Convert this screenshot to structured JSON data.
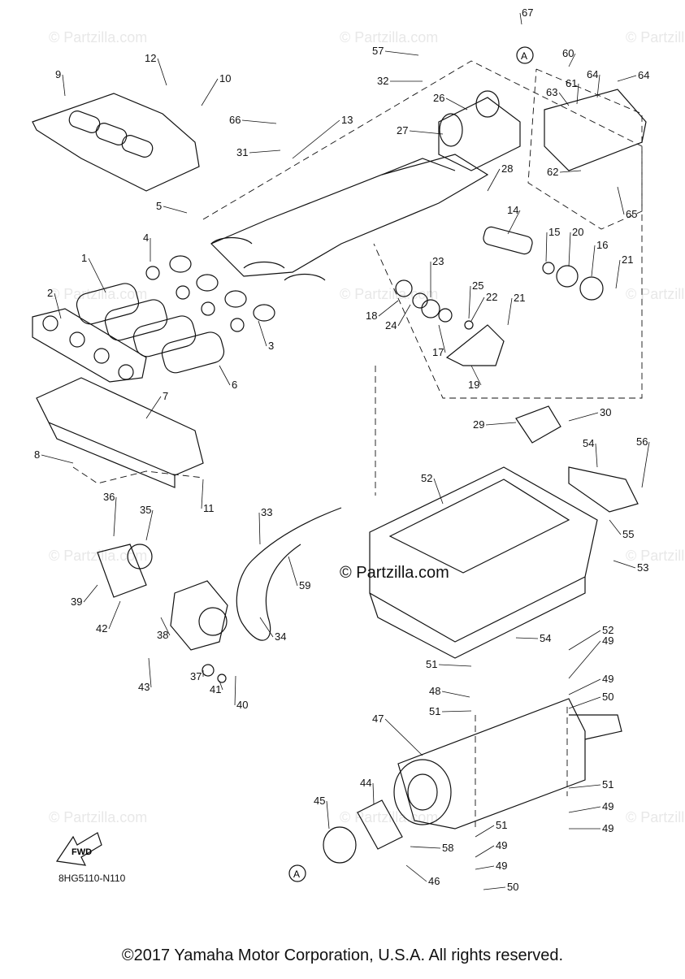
{
  "watermark": "© Partzilla.com",
  "brand": "© Partzilla.com",
  "diagram_code": "8HG5110-N110",
  "fwd_label": "FWD",
  "ref_marker": "A",
  "copyright": "©2017 Yamaha Motor Corporation, U.S.A. All rights reserved.",
  "callouts": [
    "1",
    "2",
    "3",
    "4",
    "5",
    "6",
    "7",
    "8",
    "9",
    "10",
    "11",
    "12",
    "13",
    "14",
    "15",
    "16",
    "17",
    "18",
    "19",
    "20",
    "21",
    "21",
    "22",
    "23",
    "24",
    "25",
    "26",
    "27",
    "28",
    "29",
    "30",
    "31",
    "32",
    "33",
    "34",
    "35",
    "36",
    "37",
    "38",
    "39",
    "40",
    "41",
    "42",
    "43",
    "44",
    "45",
    "46",
    "47",
    "48",
    "49",
    "49",
    "49",
    "49",
    "49",
    "49",
    "50",
    "50",
    "51",
    "51",
    "51",
    "51",
    "52",
    "52",
    "53",
    "54",
    "54",
    "55",
    "56",
    "57",
    "58",
    "59",
    "60",
    "61",
    "62",
    "63",
    "64",
    "64",
    "65",
    "66",
    "67"
  ]
}
